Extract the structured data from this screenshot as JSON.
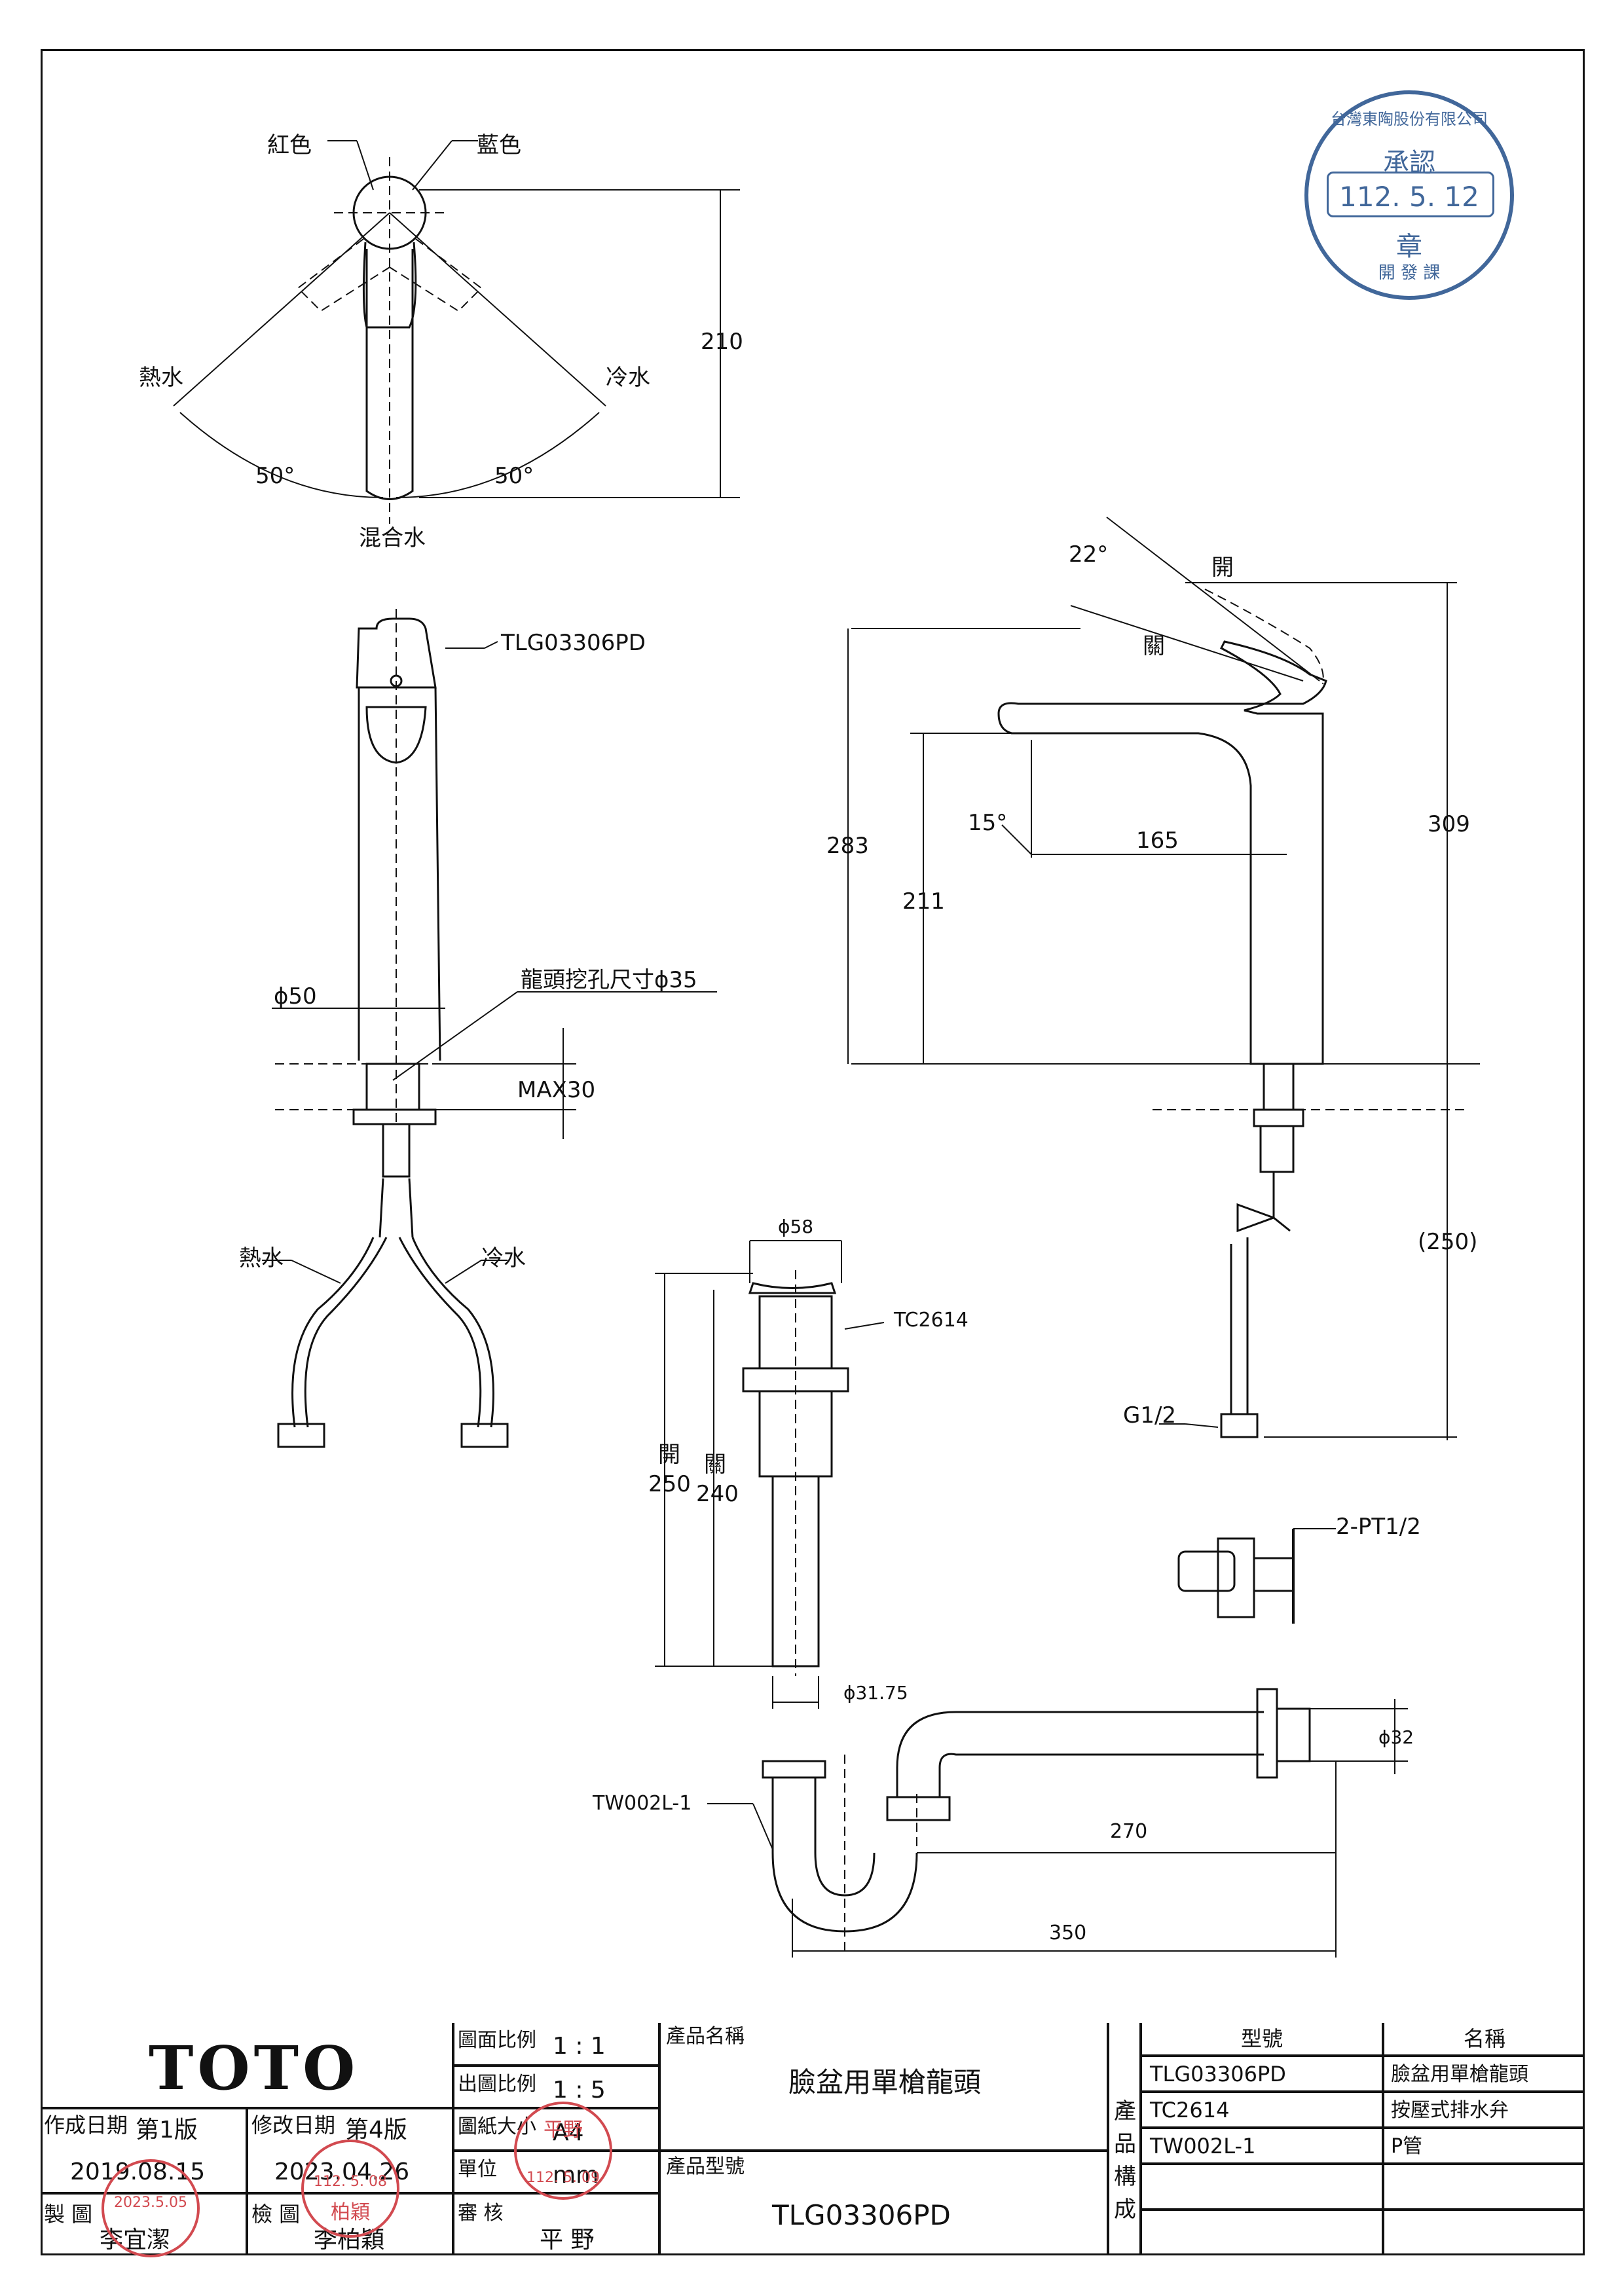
{
  "view_top": {
    "label_red": "紅色",
    "label_blue": "藍色",
    "label_hot": "熱水",
    "label_cold": "冷水",
    "angle_left": "50°",
    "angle_right": "50°",
    "label_mix": "混合水",
    "dim_height": "210"
  },
  "view_front": {
    "model": "TLG03306PD",
    "dim_diameter": "ϕ50",
    "hole_size": "龍頭挖孔尺寸ϕ35",
    "max_thickness": "MAX30",
    "label_hot": "熱水",
    "label_cold": "冷水"
  },
  "view_side": {
    "angle_lever": "22°",
    "label_open": "開",
    "label_close": "關",
    "angle_spout": "15°",
    "dim_reach": "165",
    "dim_283": "283",
    "dim_211": "211",
    "dim_309": "309",
    "dim_250": "(250)",
    "thread": "G1/2",
    "valve_thread": "2-PT1/2"
  },
  "view_drain": {
    "dim_top": "ϕ58",
    "model": "TC2614",
    "label_open": "開",
    "dim_open": "250",
    "label_close": "關",
    "dim_close": "240",
    "dim_pipe": "ϕ31.75"
  },
  "view_trap": {
    "model": "TW002L-1",
    "dim_outlet": "ϕ32",
    "dim_270": "270",
    "dim_350": "350"
  },
  "stamp_approval": {
    "company": "台灣東陶股份有限公司",
    "title": "承認",
    "date": "112. 5. 12",
    "seal": "章",
    "dept": "開 發 課"
  },
  "title_block": {
    "logo": "TOTO",
    "scale_label": "圖面比例",
    "scale_value": "1 : 1",
    "print_scale_label": "出圖比例",
    "print_scale_value": "1 : 5",
    "paper_label": "圖紙大小",
    "paper_value": "A4",
    "unit_label": "單位",
    "unit_value": "mm",
    "review_label": "審 核",
    "reviewer": "平 野",
    "created_label": "作成日期",
    "first_edition": "第1版",
    "created_date": "2019.08.15",
    "modified_label": "修改日期",
    "fourth_edition": "第4版",
    "modified_date": "2023.04.26",
    "drawer_label": "製 圖",
    "drawer": "李宜潔",
    "checker_label": "檢 圖",
    "checker": "李柏穎",
    "product_name_label": "產品名稱",
    "product_name": "臉盆用單槍龍頭",
    "product_model_label": "產品型號",
    "product_model": "TLG03306PD",
    "composition_label": "產 品 構 成",
    "col_model": "型號",
    "col_name": "名稱",
    "components": [
      {
        "model": "TLG03306PD",
        "name": "臉盆用單槍龍頭"
      },
      {
        "model": "TC2614",
        "name": "按壓式排水弁"
      },
      {
        "model": "TW002L-1",
        "name": "P管"
      }
    ],
    "stamp_drawer_date": "2023.5.05",
    "stamp_checker_date": "112. 5. 08",
    "stamp_checker_name": "柏穎",
    "stamp_reviewer_date": "112. 5. 09",
    "stamp_reviewer_name": "平野"
  }
}
